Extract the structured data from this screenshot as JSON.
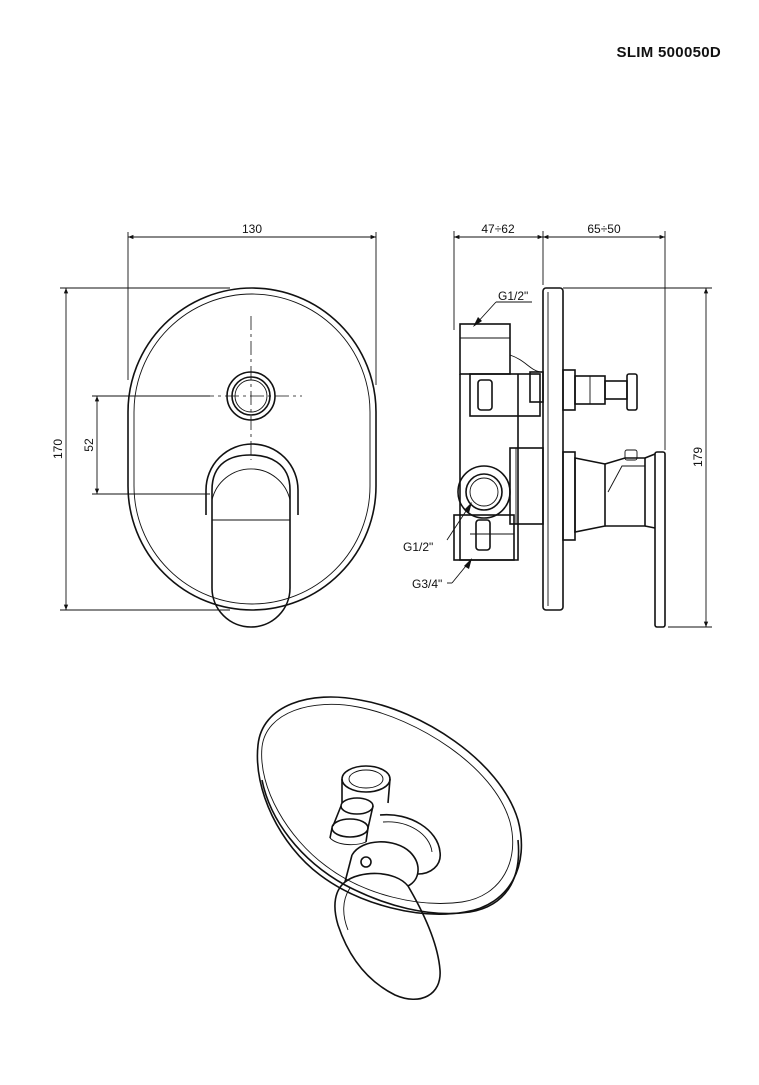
{
  "header": {
    "model": "SLIM 500050D"
  },
  "front_view": {
    "width_label": "130",
    "height_label": "170",
    "spacing_label": "52"
  },
  "side_view": {
    "depth_body_label": "47÷62",
    "depth_handle_label": "65÷50",
    "height_label": "179",
    "port_top_label": "G1/2\"",
    "port_mid_label": "G1/2\"",
    "port_bottom_label": "G3/4\""
  }
}
